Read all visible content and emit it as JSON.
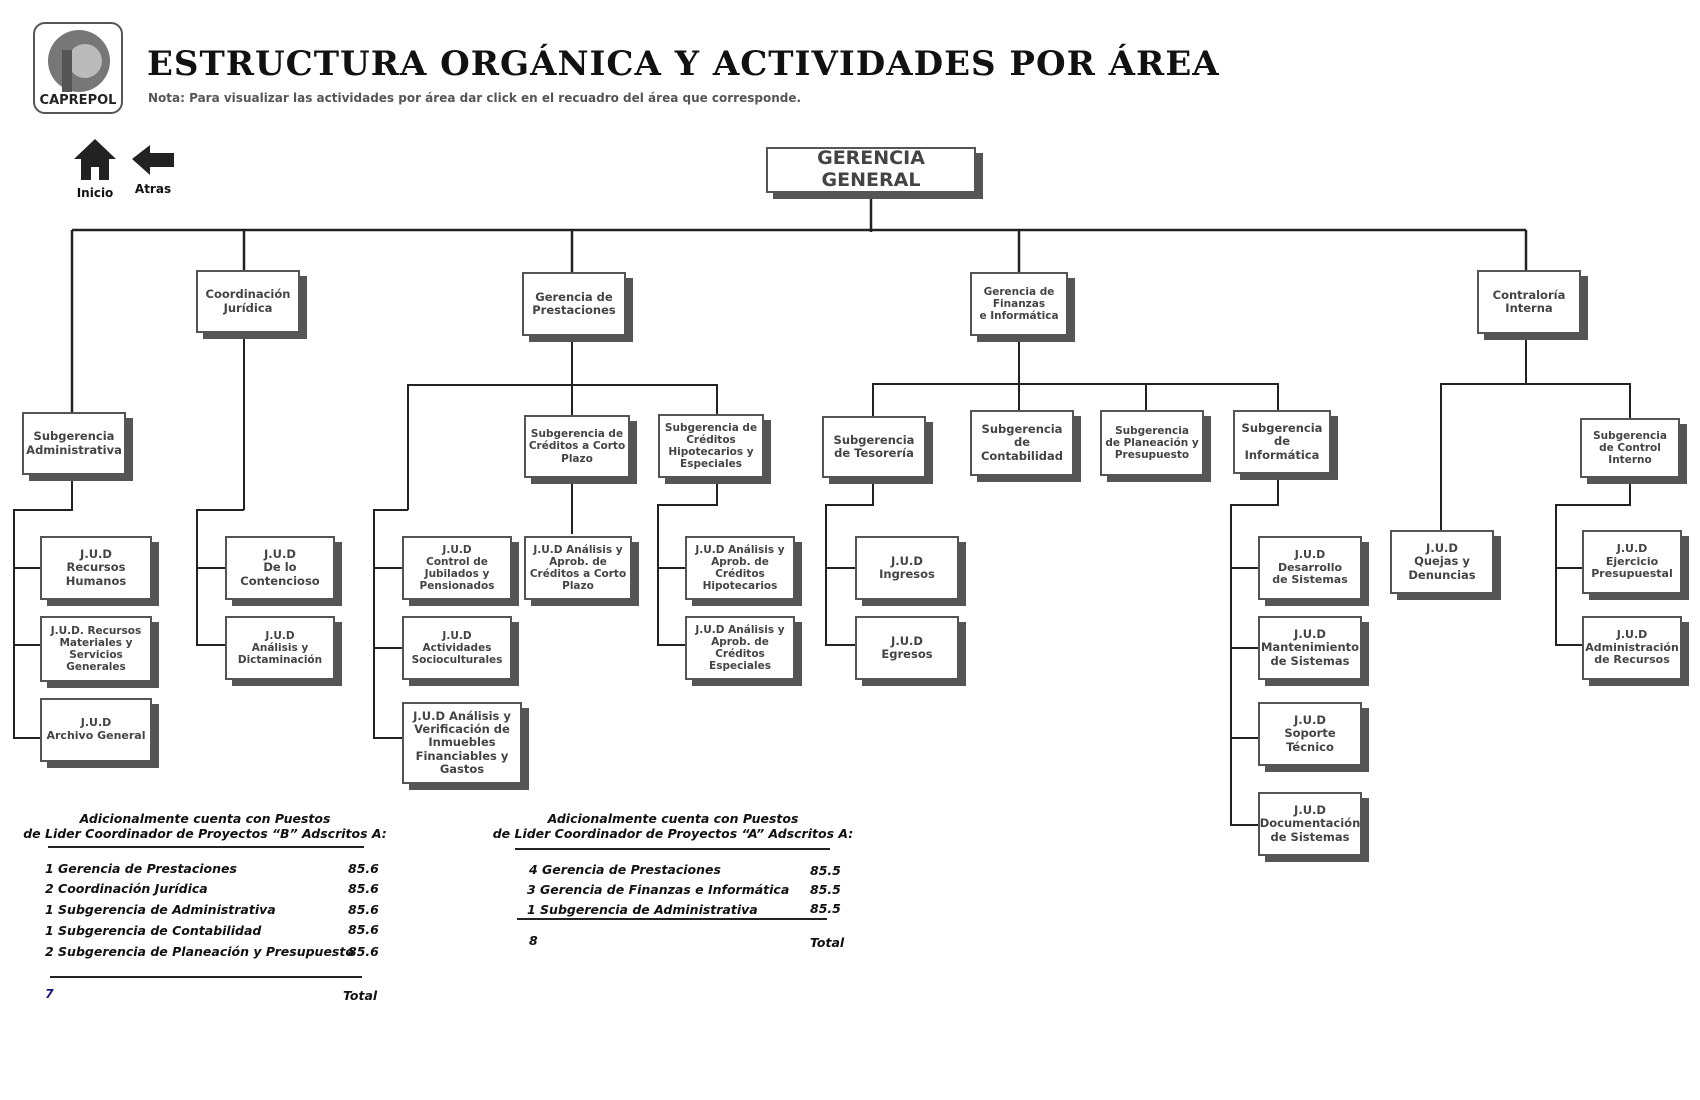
{
  "header": {
    "logo_text": "CAPREPOL",
    "title": "ESTRUCTURA ORGÁNICA Y ACTIVIDADES POR ÁREA",
    "note": "Nota: Para visualizar las actividades por área dar click en el recuadro del área que corresponde."
  },
  "nav": {
    "home_label": "Inicio",
    "back_label": "Atras"
  },
  "org": {
    "gerencia_general": "GERENCIA GENERAL",
    "coordinacion_juridica": "Coordinación\nJurídica",
    "gerencia_prestaciones": "Gerencia de\nPrestaciones",
    "gerencia_finanzas": "Gerencia de\nFinanzas\ne Informática",
    "contraloria": "Contraloría\nInterna",
    "sub_administrativa": "Subgerencia\nAdministrativa",
    "sub_creditos_corto": "Subgerencia de\nCréditos a Corto\nPlazo",
    "sub_creditos_hipotecarios": "Subgerencia de\nCréditos\nHipotecarios y\nEspeciales",
    "sub_tesoreria": "Subgerencia\nde Tesorería",
    "sub_contabilidad": "Subgerencia\nde Contabilidad",
    "sub_planeacion": "Subgerencia\nde Planeación y\nPresupuesto",
    "sub_informatica": "Subgerencia\nde Informática",
    "sub_control_interno": "Subgerencia\nde Control\nInterno",
    "jud_recursos_humanos": "J.U.D\nRecursos\nHumanos",
    "jud_recursos_materiales": "J.U.D. Recursos\nMateriales y\nServicios\nGenerales",
    "jud_archivo": "J.U.D\nArchivo General",
    "jud_contencioso": "J.U.D\nDe lo\nContencioso",
    "jud_dictaminacion": "J.U.D\nAnálisis y\nDictaminación",
    "jud_jubilados": "J.U.D\nControl de\nJubilados y\nPensionados",
    "jud_socioculturales": "J.U.D\nActividades\nSocioculturales",
    "jud_inmuebles": "J.U.D Análisis y\nVerificación de\nInmuebles\nFinanciables y\nGastos",
    "jud_creditos_corto": "J.U.D Análisis y\nAprob. de\nCréditos a Corto\nPlazo",
    "jud_hipotecarios": "J.U.D Análisis y\nAprob. de\nCréditos\nHipotecarios",
    "jud_especiales": "J.U.D Análisis y\nAprob. de\nCréditos\nEspeciales",
    "jud_ingresos": "J.U.D\nIngresos",
    "jud_egresos": "J.U.D\nEgresos",
    "jud_desarrollo": "J.U.D\nDesarrollo\nde Sistemas",
    "jud_mantenimiento": "J.U.D\nMantenimiento\nde Sistemas",
    "jud_soporte": "J.U.D\nSoporte\nTécnico",
    "jud_documentacion": "J.U.D\nDocumentación\nde Sistemas",
    "jud_quejas": "J.U.D\nQuejas y\nDenuncias",
    "jud_ejercicio": "J.U.D\nEjercicio\nPresupuestal",
    "jud_administracion_recursos": "J.U.D\nAdministración\nde Recursos"
  },
  "table_b": {
    "heading_1": "Adicionalmente cuenta con Puestos",
    "heading_2": "de Lider Coordinador de Proyectos “B” Adscritos A:",
    "rows": [
      {
        "label": "1 Gerencia de Prestaciones",
        "value": "85.6"
      },
      {
        "label": "2 Coordinación Jurídica",
        "value": "85.6"
      },
      {
        "label": "1 Subgerencia de Administrativa",
        "value": "85.6"
      },
      {
        "label": "1 Subgerencia de Contabilidad",
        "value": "85.6"
      },
      {
        "label": "2 Subgerencia de Planeación y Presupuesto",
        "value": "85.6"
      }
    ],
    "total_count": "7",
    "total_label": "Total"
  },
  "table_a": {
    "heading_1": "Adicionalmente cuenta con Puestos",
    "heading_2": "de Lider Coordinador de Proyectos “A” Adscritos A:",
    "rows": [
      {
        "label": "4 Gerencia de Prestaciones",
        "value": "85.5"
      },
      {
        "label": "3 Gerencia de Finanzas e Informática",
        "value": "85.5"
      },
      {
        "label": "1 Subgerencia de Administrativa",
        "value": "85.5"
      }
    ],
    "total_count": "8",
    "total_label": "Total"
  }
}
